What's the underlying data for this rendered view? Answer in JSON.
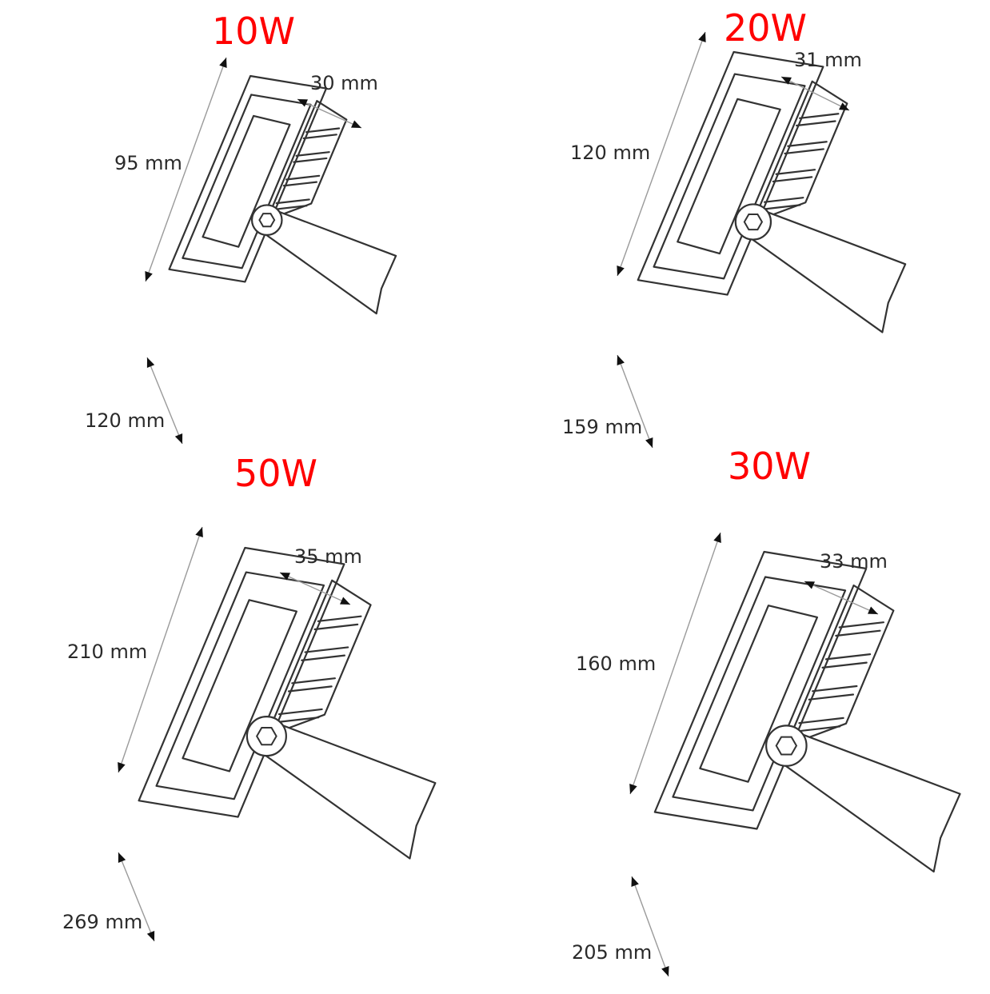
{
  "panels": [
    {
      "watt": "10W",
      "height": "95 mm",
      "depth": "30 mm",
      "width": "120 mm"
    },
    {
      "watt": "20W",
      "height": "120 mm",
      "depth": "31 mm",
      "width": "159 mm"
    },
    {
      "watt": "50W",
      "height": "210 mm",
      "depth": "35 mm",
      "width": "269 mm"
    },
    {
      "watt": "30W",
      "height": "160 mm",
      "depth": "33 mm",
      "width": "205 mm"
    }
  ],
  "colors": {
    "wattage": "#ff0000",
    "line": "#333333",
    "dim": "#9a9a9a"
  }
}
